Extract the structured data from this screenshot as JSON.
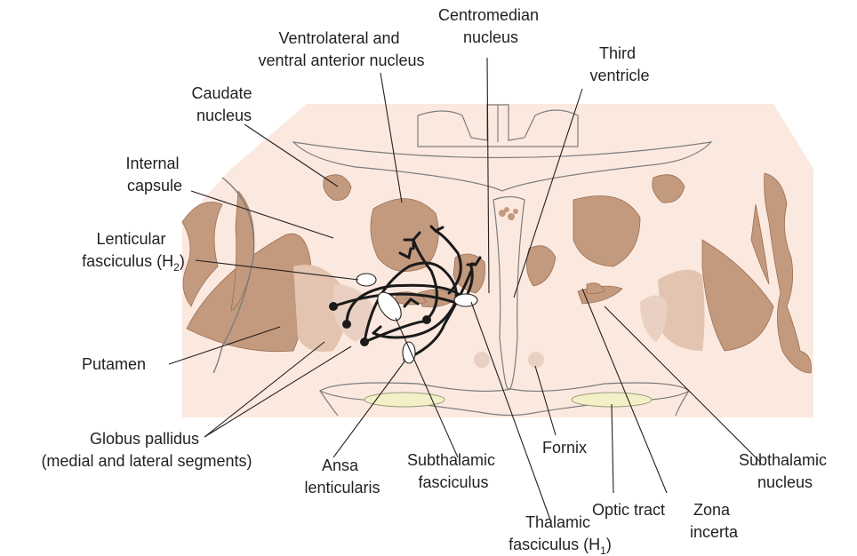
{
  "labels": {
    "centromedian_1": "Centromedian",
    "centromedian_2": "nucleus",
    "ventrolateral_1": "Ventrolateral and",
    "ventrolateral_2": "ventral anterior nucleus",
    "third_ventricle_1": "Third",
    "third_ventricle_2": "ventricle",
    "caudate_1": "Caudate",
    "caudate_2": "nucleus",
    "internal_capsule_1": "Internal",
    "internal_capsule_2": "capsule",
    "lenticular_1": "Lenticular",
    "lenticular_2": "fasciculus (H",
    "lenticular_sub": "2",
    "lenticular_close": ")",
    "putamen": "Putamen",
    "globus_1": "Globus pallidus",
    "globus_2": "(medial and lateral segments)",
    "ansa_1": "Ansa",
    "ansa_2": "lenticularis",
    "subthalamic_fasc_1": "Subthalamic",
    "subthalamic_fasc_2": "fasciculus",
    "fornix": "Fornix",
    "optic_tract": "Optic tract",
    "zona_1": "Zona",
    "zona_2": "incerta",
    "subthalamic_nuc_1": "Subthalamic",
    "subthalamic_nuc_2": "nucleus",
    "thalamic_1": "Thalamic",
    "thalamic_2": "fasciculus (H",
    "thalamic_sub": "1",
    "thalamic_close": ")"
  },
  "colors": {
    "background_tissue": "#fbe9df",
    "nucleus": "#c49a7e",
    "nucleus_light": "#e3c4b0",
    "optic_tract": "#f3f0c8",
    "fibers": "#1a1a1a"
  }
}
